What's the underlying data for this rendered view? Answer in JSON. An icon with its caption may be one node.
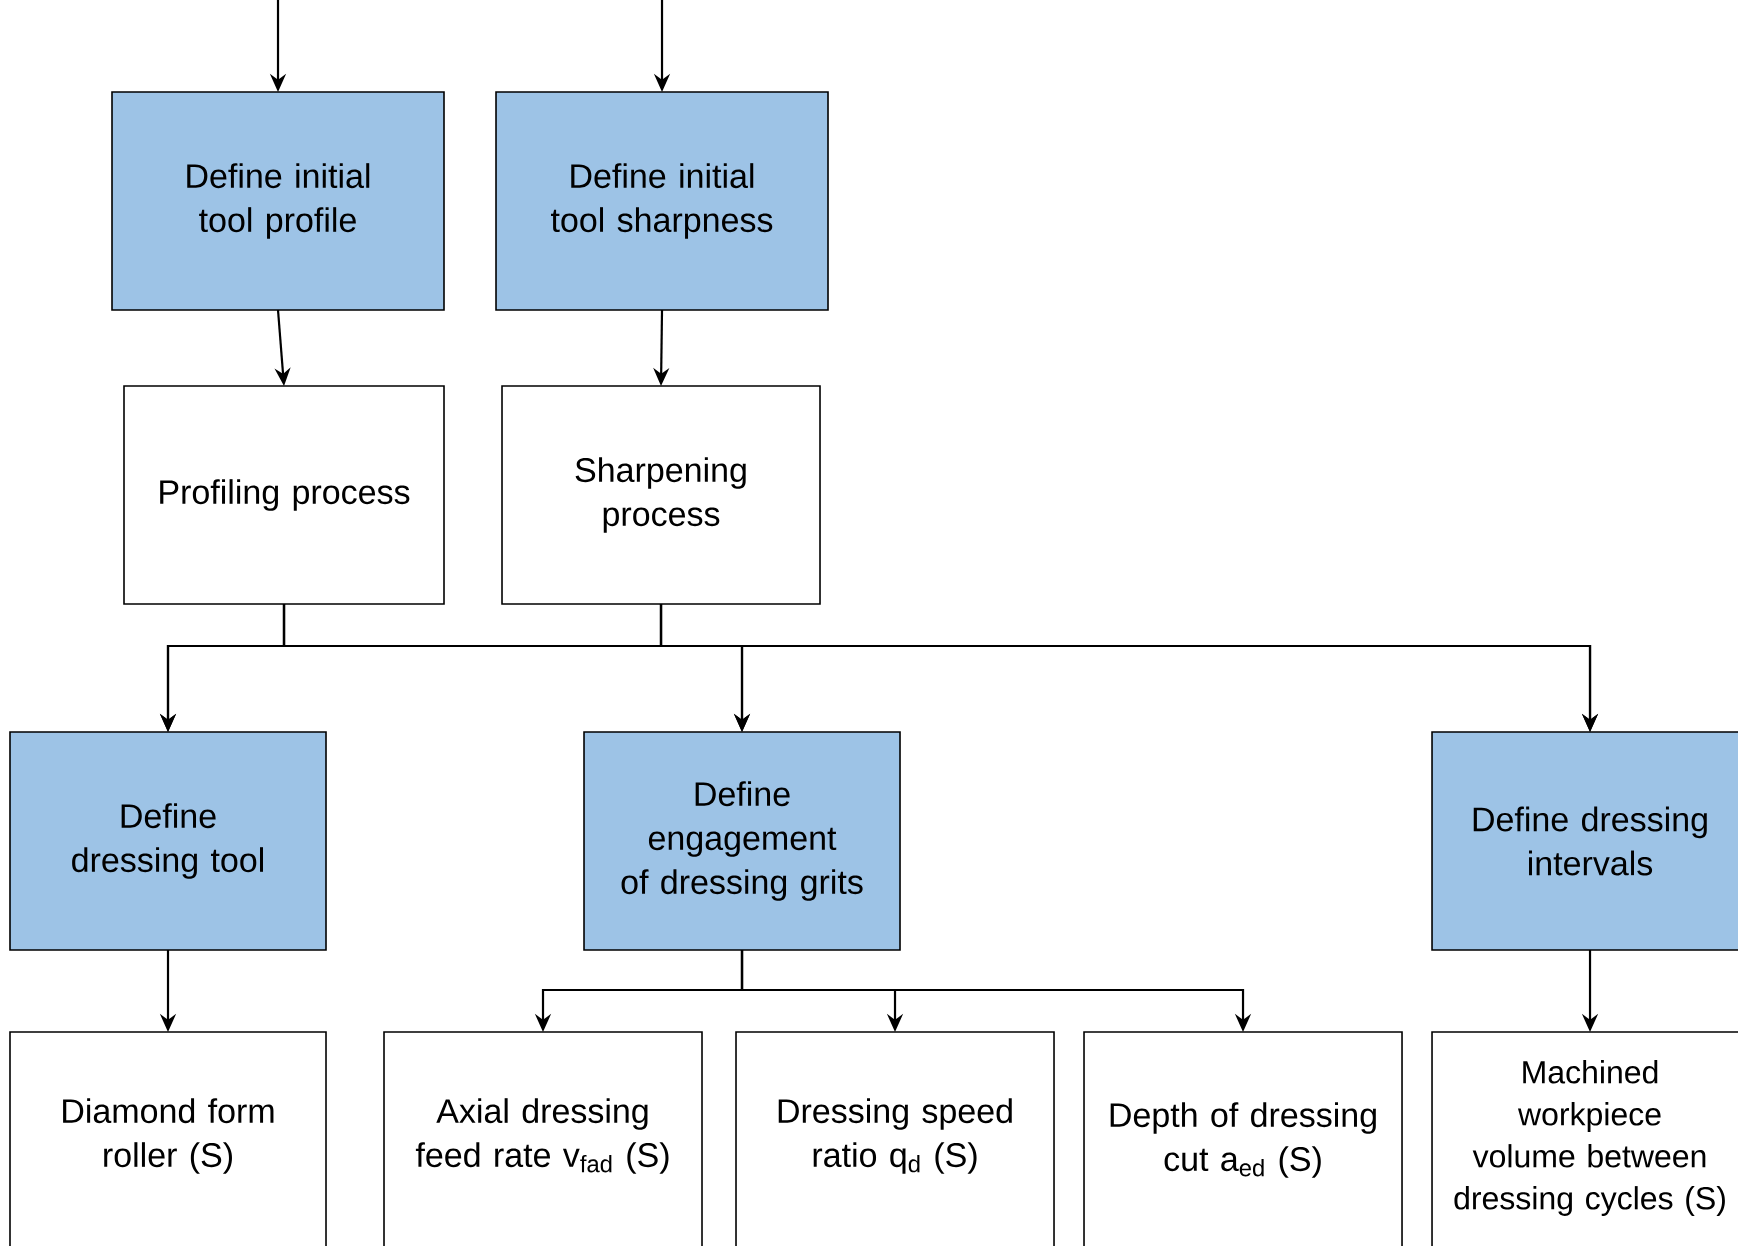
{
  "diagram": {
    "nodes": [
      {
        "text": [
          "Define initial tool profile"
        ]
      },
      {
        "text": [
          "Define initial tool sharpness"
        ]
      },
      {
        "text": [
          "Profiling process"
        ]
      },
      {
        "text": [
          "Sharpening process"
        ]
      },
      {
        "text": [
          "Define dressing tool"
        ]
      },
      {
        "text": [
          "Define engagement of dressing grits"
        ]
      },
      {
        "text": [
          "Define dressing intervals"
        ]
      },
      {
        "text": [
          "Diamond form roller (S)"
        ]
      },
      {
        "text": [
          "Axial dressing feed rate v$_{fad}$ (S)"
        ]
      },
      {
        "text": [
          "Dressing speed ratio q$_{d}$ (S)"
        ]
      },
      {
        "text": [
          "Depth of dressing cut a$_{ed}$ (S)"
        ]
      },
      {
        "text": [
          "Machined workpiece volume between dressing cycles (S)"
        ]
      }
    ],
    "edges": [
      {
        "from": null,
        "to": 0,
        "arrow": "to"
      },
      {
        "from": null,
        "to": 1,
        "arrow": "to"
      },
      {
        "from": 0,
        "to": 2,
        "arrow": "to"
      },
      {
        "from": 1,
        "to": 3,
        "arrow": "to"
      },
      {
        "from": 2,
        "to": 4,
        "arrow": "to"
      },
      {
        "from": 2,
        "to": 5,
        "arrow": "to"
      },
      {
        "from": 2,
        "to": 6,
        "arrow": "to"
      },
      {
        "from": 3,
        "to": 4,
        "arrow": "to"
      },
      {
        "from": 3,
        "to": 5,
        "arrow": "to"
      },
      {
        "from": 3,
        "to": 6,
        "arrow": "to"
      },
      {
        "from": 4,
        "to": 7,
        "arrow": "to"
      },
      {
        "from": 5,
        "to": 8,
        "arrow": "to"
      },
      {
        "from": 5,
        "to": 9,
        "arrow": "to"
      },
      {
        "from": 5,
        "to": 10,
        "arrow": "to"
      },
      {
        "from": 6,
        "to": 11,
        "arrow": "to"
      }
    ]
  }
}
